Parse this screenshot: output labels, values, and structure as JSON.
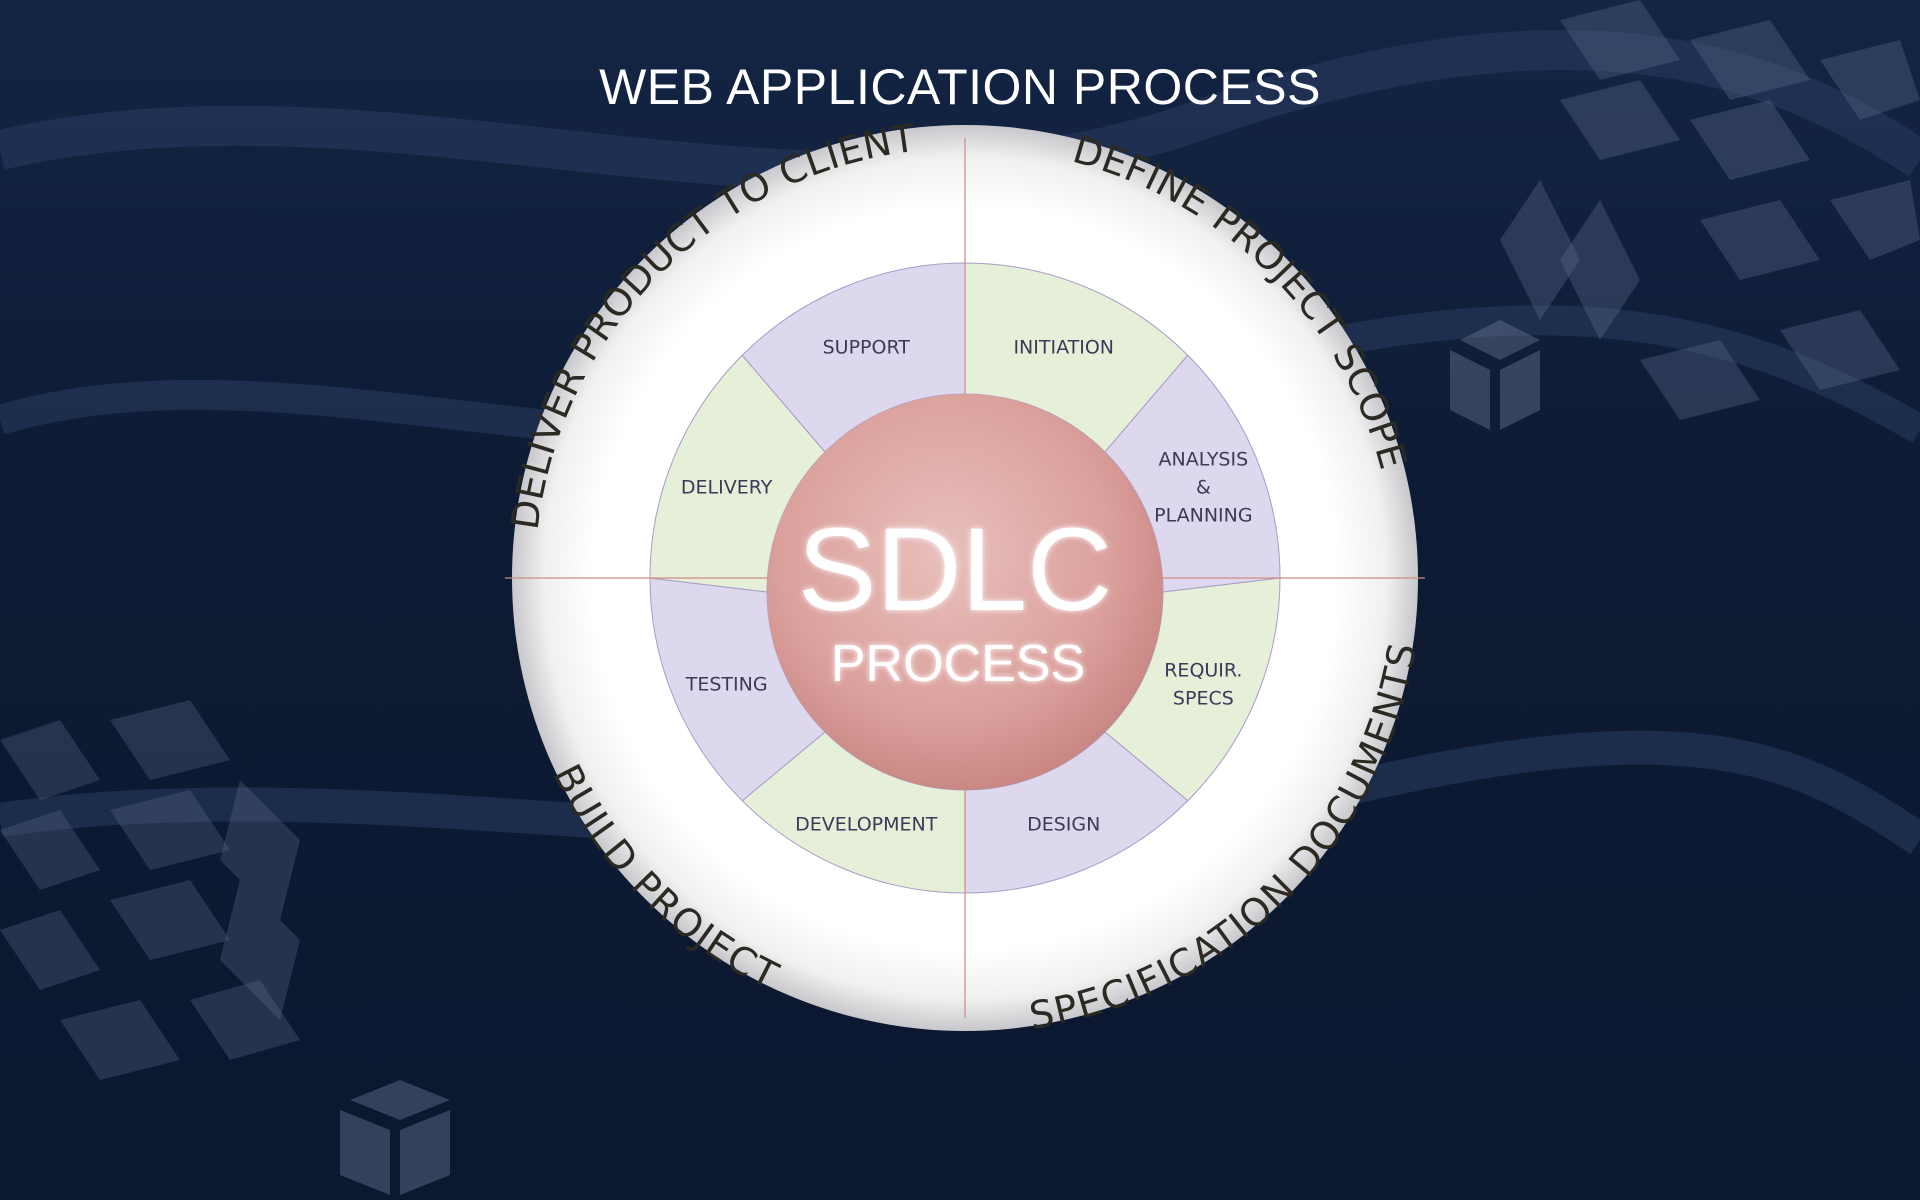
{
  "title": "WEB APPLICATION PROCESS",
  "center": {
    "line1": "SDLC",
    "line2": "PROCESS"
  },
  "outer_ring": [
    "DEFINE PROJECT SCOPE",
    "SPECIFICATION DOCUMENTS",
    "BUILD PROJECT",
    "DELIVER PRODUCT TO CLIENT"
  ],
  "wedges": [
    {
      "label": [
        "INITIATION"
      ],
      "fill": "#e6efd8"
    },
    {
      "label": [
        "ANALYSIS",
        "&",
        "PLANNING"
      ],
      "fill": "#ddd8ee"
    },
    {
      "label": [
        "REQUIR.",
        "SPECS"
      ],
      "fill": "#e6efd8"
    },
    {
      "label": [
        "DESIGN"
      ],
      "fill": "#ddd8ee"
    },
    {
      "label": [
        "DEVELOPMENT"
      ],
      "fill": "#e6efd8"
    },
    {
      "label": [
        "TESTING"
      ],
      "fill": "#ddd8ee"
    },
    {
      "label": [
        "DELIVERY"
      ],
      "fill": "#e6efd8"
    },
    {
      "label": [
        "SUPPORT"
      ],
      "fill": "#ddd8ee"
    }
  ],
  "colors": {
    "background": "#0f1e3a",
    "ring": "#ffffff",
    "center": "#dd9d9b",
    "divider": "#d08a80",
    "ring_text": "#2a2a22",
    "wedge_text": "#3b3a58"
  }
}
